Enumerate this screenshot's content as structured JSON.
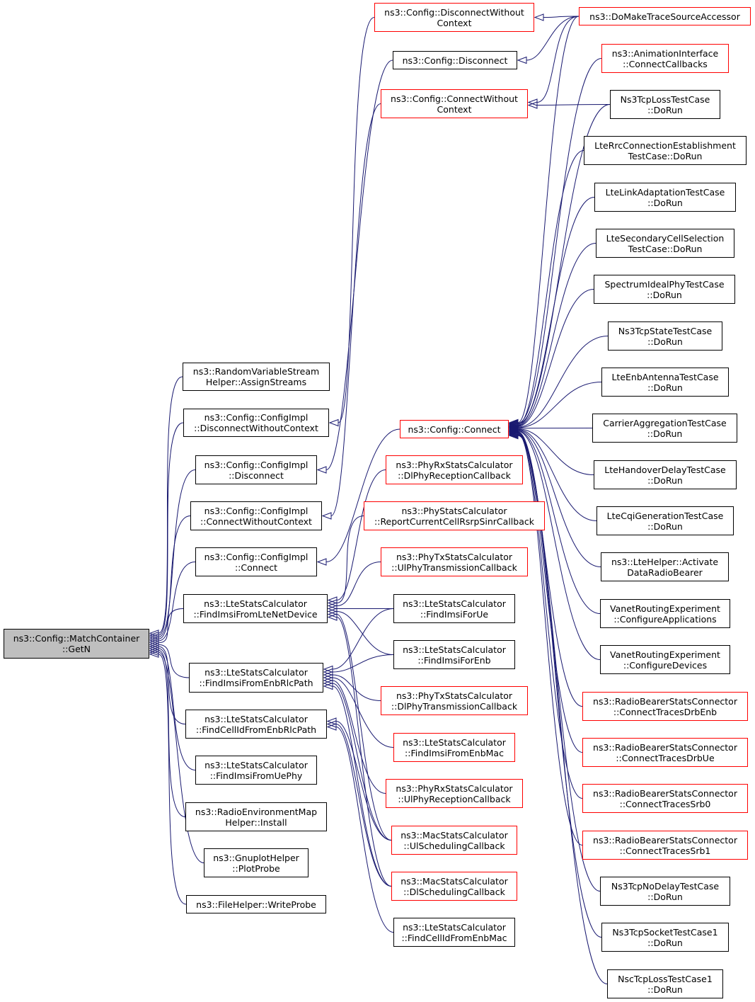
{
  "colors": {
    "edge": "#191970",
    "border_default": "#000000",
    "border_truncated": "#ff0000",
    "focus_fill": "#bfbfbf"
  },
  "nodes": {
    "match_getn": {
      "lines": [
        "ns3::Config::MatchContainer",
        "::GetN"
      ],
      "style": "focus"
    },
    "rvs_assign": {
      "lines": [
        "ns3::RandomVariableStream",
        "Helper::AssignStreams"
      ],
      "style": "black"
    },
    "ci_dwc": {
      "lines": [
        "ns3::Config::ConfigImpl",
        "::DisconnectWithoutContext"
      ],
      "style": "black"
    },
    "ci_disc": {
      "lines": [
        "ns3::Config::ConfigImpl",
        "::Disconnect"
      ],
      "style": "black"
    },
    "ci_cwc": {
      "lines": [
        "ns3::Config::ConfigImpl",
        "::ConnectWithoutContext"
      ],
      "style": "black"
    },
    "ci_conn": {
      "lines": [
        "ns3::Config::ConfigImpl",
        "::Connect"
      ],
      "style": "black"
    },
    "lsc_fi_lte": {
      "lines": [
        "ns3::LteStatsCalculator",
        "::FindImsiFromLteNetDevice"
      ],
      "style": "black"
    },
    "lsc_fi_enbrlc": {
      "lines": [
        "ns3::LteStatsCalculator",
        "::FindImsiFromEnbRlcPath"
      ],
      "style": "black"
    },
    "lsc_fc_enbrlc": {
      "lines": [
        "ns3::LteStatsCalculator",
        "::FindCellIdFromEnbRlcPath"
      ],
      "style": "black"
    },
    "lsc_fi_uephy": {
      "lines": [
        "ns3::LteStatsCalculator",
        "::FindImsiFromUePhy"
      ],
      "style": "black"
    },
    "rem_install": {
      "lines": [
        "ns3::RadioEnvironmentMap",
        "Helper::Install"
      ],
      "style": "black"
    },
    "gnuplot": {
      "lines": [
        "ns3::GnuplotHelper",
        "::PlotProbe"
      ],
      "style": "black"
    },
    "filehelper": {
      "lines": [
        "ns3::FileHelper::WriteProbe"
      ],
      "style": "black"
    },
    "c_dwc": {
      "lines": [
        "ns3::Config::DisconnectWithout",
        "Context"
      ],
      "style": "red"
    },
    "c_disc": {
      "lines": [
        "ns3::Config::Disconnect"
      ],
      "style": "black"
    },
    "c_cwc": {
      "lines": [
        "ns3::Config::ConnectWithout",
        "Context"
      ],
      "style": "red"
    },
    "c_conn": {
      "lines": [
        "ns3::Config::Connect"
      ],
      "style": "red"
    },
    "prx_dl": {
      "lines": [
        "ns3::PhyRxStatsCalculator",
        "::DlPhyReceptionCallback"
      ],
      "style": "red"
    },
    "ps_rsrp": {
      "lines": [
        "ns3::PhyStatsCalculator",
        "::ReportCurrentCellRsrpSinrCallback"
      ],
      "style": "red"
    },
    "ptx_ul": {
      "lines": [
        "ns3::PhyTxStatsCalculator",
        "::UlPhyTransmissionCallback"
      ],
      "style": "red"
    },
    "lsc_fi_ue": {
      "lines": [
        "ns3::LteStatsCalculator",
        "::FindImsiForUe"
      ],
      "style": "black"
    },
    "lsc_fi_enb": {
      "lines": [
        "ns3::LteStatsCalculator",
        "::FindImsiForEnb"
      ],
      "style": "black"
    },
    "ptx_dl": {
      "lines": [
        "ns3::PhyTxStatsCalculator",
        "::DlPhyTransmissionCallback"
      ],
      "style": "red"
    },
    "lsc_fi_enbmac": {
      "lines": [
        "ns3::LteStatsCalculator",
        "::FindImsiFromEnbMac"
      ],
      "style": "red"
    },
    "prx_ul": {
      "lines": [
        "ns3::PhyRxStatsCalculator",
        "::UlPhyReceptionCallback"
      ],
      "style": "red"
    },
    "mac_ul": {
      "lines": [
        "ns3::MacStatsCalculator",
        "::UlSchedulingCallback"
      ],
      "style": "red"
    },
    "mac_dl": {
      "lines": [
        "ns3::MacStatsCalculator",
        "::DlSchedulingCallback"
      ],
      "style": "red"
    },
    "lsc_fc_enbmac": {
      "lines": [
        "ns3::LteStatsCalculator",
        "::FindCellIdFromEnbMac"
      ],
      "style": "black"
    },
    "domake": {
      "lines": [
        "ns3::DoMakeTraceSourceAccessor"
      ],
      "style": "red"
    },
    "anim": {
      "lines": [
        "ns3::AnimationInterface",
        "::ConnectCallbacks"
      ],
      "style": "red"
    },
    "tcploss": {
      "lines": [
        "Ns3TcpLossTestCase",
        "::DoRun"
      ],
      "style": "black"
    },
    "rrc": {
      "lines": [
        "LteRrcConnectionEstablishment",
        "TestCase::DoRun"
      ],
      "style": "black"
    },
    "linkadapt": {
      "lines": [
        "LteLinkAdaptationTestCase",
        "::DoRun"
      ],
      "style": "black"
    },
    "seccell": {
      "lines": [
        "LteSecondaryCellSelection",
        "TestCase::DoRun"
      ],
      "style": "black"
    },
    "spectrum": {
      "lines": [
        "SpectrumIdealPhyTestCase",
        "::DoRun"
      ],
      "style": "black"
    },
    "tcpstate": {
      "lines": [
        "Ns3TcpStateTestCase",
        "::DoRun"
      ],
      "style": "black"
    },
    "enbant": {
      "lines": [
        "LteEnbAntennaTestCase",
        "::DoRun"
      ],
      "style": "black"
    },
    "carrier": {
      "lines": [
        "CarrierAggregationTestCase",
        "::DoRun"
      ],
      "style": "black"
    },
    "handover": {
      "lines": [
        "LteHandoverDelayTestCase",
        "::DoRun"
      ],
      "style": "black"
    },
    "cqi": {
      "lines": [
        "LteCqiGenerationTestCase",
        "::DoRun"
      ],
      "style": "black"
    },
    "ltehelper": {
      "lines": [
        "ns3::LteHelper::Activate",
        "DataRadioBearer"
      ],
      "style": "black"
    },
    "vanet_app": {
      "lines": [
        "VanetRoutingExperiment",
        "::ConfigureApplications"
      ],
      "style": "black"
    },
    "vanet_dev": {
      "lines": [
        "VanetRoutingExperiment",
        "::ConfigureDevices"
      ],
      "style": "black"
    },
    "rbs_drbenb": {
      "lines": [
        "ns3::RadioBearerStatsConnector",
        "::ConnectTracesDrbEnb"
      ],
      "style": "red"
    },
    "rbs_drbue": {
      "lines": [
        "ns3::RadioBearerStatsConnector",
        "::ConnectTracesDrbUe"
      ],
      "style": "red"
    },
    "rbs_srb0": {
      "lines": [
        "ns3::RadioBearerStatsConnector",
        "::ConnectTracesSrb0"
      ],
      "style": "red"
    },
    "rbs_srb1": {
      "lines": [
        "ns3::RadioBearerStatsConnector",
        "::ConnectTracesSrb1"
      ],
      "style": "red"
    },
    "tcpnodelay": {
      "lines": [
        "Ns3TcpNoDelayTestCase",
        "::DoRun"
      ],
      "style": "black"
    },
    "tcpsocket": {
      "lines": [
        "Ns3TcpSocketTestCase1",
        "::DoRun"
      ],
      "style": "black"
    },
    "nsctcploss": {
      "lines": [
        "NscTcpLossTestCase1",
        "::DoRun"
      ],
      "style": "black"
    }
  },
  "edges": [
    [
      "rvs_assign",
      "match_getn"
    ],
    [
      "ci_dwc",
      "match_getn"
    ],
    [
      "ci_disc",
      "match_getn"
    ],
    [
      "ci_cwc",
      "match_getn"
    ],
    [
      "ci_conn",
      "match_getn"
    ],
    [
      "lsc_fi_lte",
      "match_getn"
    ],
    [
      "lsc_fi_enbrlc",
      "match_getn"
    ],
    [
      "lsc_fc_enbrlc",
      "match_getn"
    ],
    [
      "lsc_fi_uephy",
      "match_getn"
    ],
    [
      "rem_install",
      "match_getn"
    ],
    [
      "gnuplot",
      "match_getn"
    ],
    [
      "filehelper",
      "match_getn"
    ],
    [
      "c_dwc",
      "ci_dwc"
    ],
    [
      "c_disc",
      "ci_disc"
    ],
    [
      "c_cwc",
      "ci_cwc"
    ],
    [
      "c_conn",
      "ci_conn"
    ],
    [
      "prx_dl",
      "lsc_fi_lte"
    ],
    [
      "ps_rsrp",
      "lsc_fi_lte"
    ],
    [
      "ptx_ul",
      "lsc_fi_lte"
    ],
    [
      "lsc_fi_ue",
      "lsc_fi_lte"
    ],
    [
      "lsc_fi_enb",
      "lsc_fi_lte"
    ],
    [
      "mac_ul",
      "lsc_fi_lte"
    ],
    [
      "mac_dl",
      "lsc_fi_lte"
    ],
    [
      "lsc_fi_ue",
      "lsc_fi_enbrlc"
    ],
    [
      "lsc_fi_enb",
      "lsc_fi_enbrlc"
    ],
    [
      "ptx_dl",
      "lsc_fi_enbrlc"
    ],
    [
      "lsc_fi_enbmac",
      "lsc_fi_enbrlc"
    ],
    [
      "prx_ul",
      "lsc_fi_enbrlc"
    ],
    [
      "mac_ul",
      "lsc_fi_enbrlc"
    ],
    [
      "mac_dl",
      "lsc_fi_enbrlc"
    ],
    [
      "mac_ul",
      "lsc_fc_enbrlc"
    ],
    [
      "mac_dl",
      "lsc_fc_enbrlc"
    ],
    [
      "lsc_fc_enbmac",
      "lsc_fc_enbrlc"
    ],
    [
      "domake",
      "c_dwc"
    ],
    [
      "domake",
      "c_disc"
    ],
    [
      "domake",
      "c_cwc"
    ],
    [
      "tcploss",
      "c_cwc"
    ],
    [
      "domake",
      "c_conn"
    ],
    [
      "anim",
      "c_conn"
    ],
    [
      "tcploss",
      "c_conn"
    ],
    [
      "rrc",
      "c_conn"
    ],
    [
      "linkadapt",
      "c_conn"
    ],
    [
      "seccell",
      "c_conn"
    ],
    [
      "spectrum",
      "c_conn"
    ],
    [
      "tcpstate",
      "c_conn"
    ],
    [
      "enbant",
      "c_conn"
    ],
    [
      "carrier",
      "c_conn"
    ],
    [
      "handover",
      "c_conn"
    ],
    [
      "cqi",
      "c_conn"
    ],
    [
      "ltehelper",
      "c_conn"
    ],
    [
      "vanet_app",
      "c_conn"
    ],
    [
      "vanet_dev",
      "c_conn"
    ],
    [
      "rbs_drbenb",
      "c_conn"
    ],
    [
      "rbs_drbue",
      "c_conn"
    ],
    [
      "rbs_srb0",
      "c_conn"
    ],
    [
      "rbs_srb1",
      "c_conn"
    ],
    [
      "tcpnodelay",
      "c_conn"
    ],
    [
      "tcpsocket",
      "c_conn"
    ],
    [
      "nsctcploss",
      "c_conn"
    ]
  ]
}
